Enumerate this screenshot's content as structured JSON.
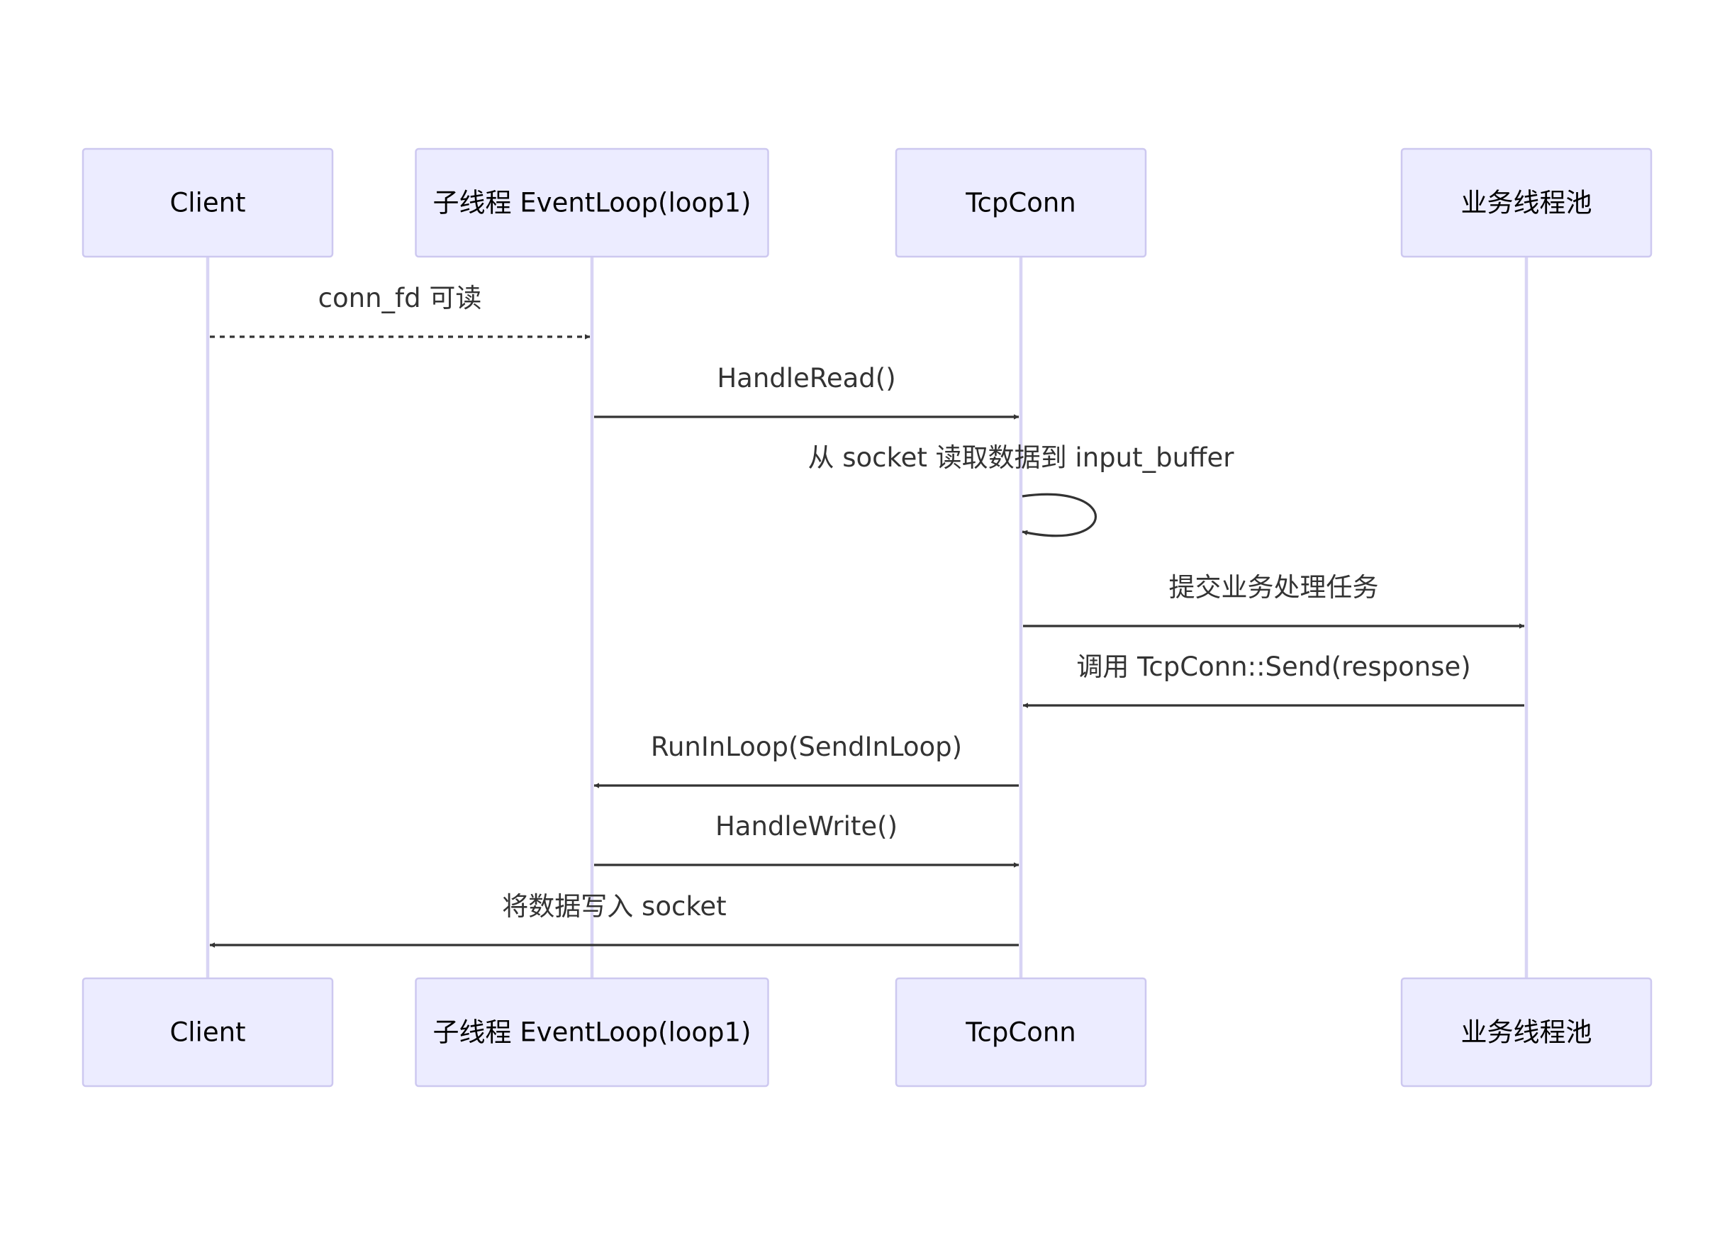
{
  "diagram": {
    "type": "sequence",
    "participants": [
      {
        "id": "client",
        "label": "Client"
      },
      {
        "id": "loop",
        "label": "子线程 EventLoop(loop1)"
      },
      {
        "id": "conn",
        "label": "TcpConn"
      },
      {
        "id": "pool",
        "label": "业务线程池"
      }
    ],
    "messages": [
      {
        "from": "client",
        "to": "loop",
        "label": "conn_fd 可读",
        "style": "dashed"
      },
      {
        "from": "loop",
        "to": "conn",
        "label": "HandleRead()",
        "style": "solid"
      },
      {
        "from": "conn",
        "to": "conn",
        "label": "从 socket 读取数据到 input_buffer",
        "style": "solid"
      },
      {
        "from": "conn",
        "to": "pool",
        "label": "提交业务处理任务",
        "style": "solid"
      },
      {
        "from": "pool",
        "to": "conn",
        "label": "调用 TcpConn::Send(response)",
        "style": "solid"
      },
      {
        "from": "conn",
        "to": "loop",
        "label": "RunInLoop(SendInLoop)",
        "style": "solid"
      },
      {
        "from": "loop",
        "to": "conn",
        "label": "HandleWrite()",
        "style": "solid"
      },
      {
        "from": "conn",
        "to": "client",
        "label": "将数据写入 socket",
        "style": "solid"
      }
    ]
  },
  "colors": {
    "box_fill": "#ececff",
    "box_stroke": "#cdc8f0",
    "lifeline": "#d8d4f4",
    "arrow": "#333333"
  }
}
